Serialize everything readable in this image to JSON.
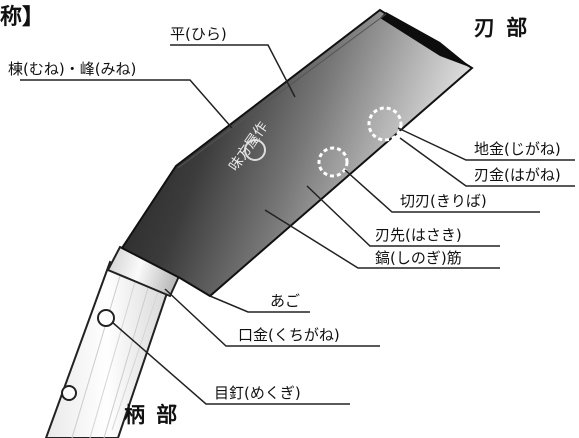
{
  "heading": "称】",
  "sections": {
    "blade": "刃 部",
    "handle": "柄 部"
  },
  "labels": {
    "hira": "平(ひら)",
    "mune": "棟(むね)・峰(みね)",
    "jigane": "地金(じがね)",
    "hagane": "刃金(はがね)",
    "kiriba": "切刃(きりば)",
    "hasaki": "刃先(はさき)",
    "shinogi": "鎬(しのぎ)筋",
    "ago": "あご",
    "kuchigane": "口金(くちがね)",
    "mekugi": "目釘(めくぎ)"
  },
  "engraving": "味方屋作"
}
